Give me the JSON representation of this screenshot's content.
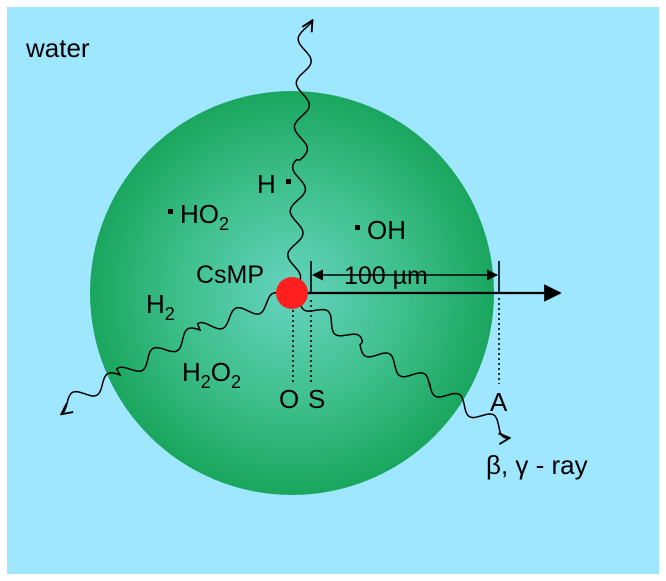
{
  "medium_label": "water",
  "particle_label": "CsMP",
  "species": {
    "h_radical": "H",
    "ho2_main": "HO",
    "ho2_sub": "2",
    "oh": "OH",
    "h2_main": "H",
    "h2_sub": "2",
    "h2o2_main_1": "H",
    "h2o2_sub_1": "2",
    "h2o2_main_2": "O",
    "h2o2_sub_2": "2"
  },
  "points": {
    "o": "O",
    "s": "S",
    "a": "A"
  },
  "distance_label": "100 µm",
  "ray_label": "β, γ - ray",
  "colors": {
    "background": "#9fe6ff",
    "sphere_light": "#5fcfb8",
    "sphere_dark": "#1aa65e",
    "particle": "#ff1f1f",
    "ink": "#000000"
  }
}
